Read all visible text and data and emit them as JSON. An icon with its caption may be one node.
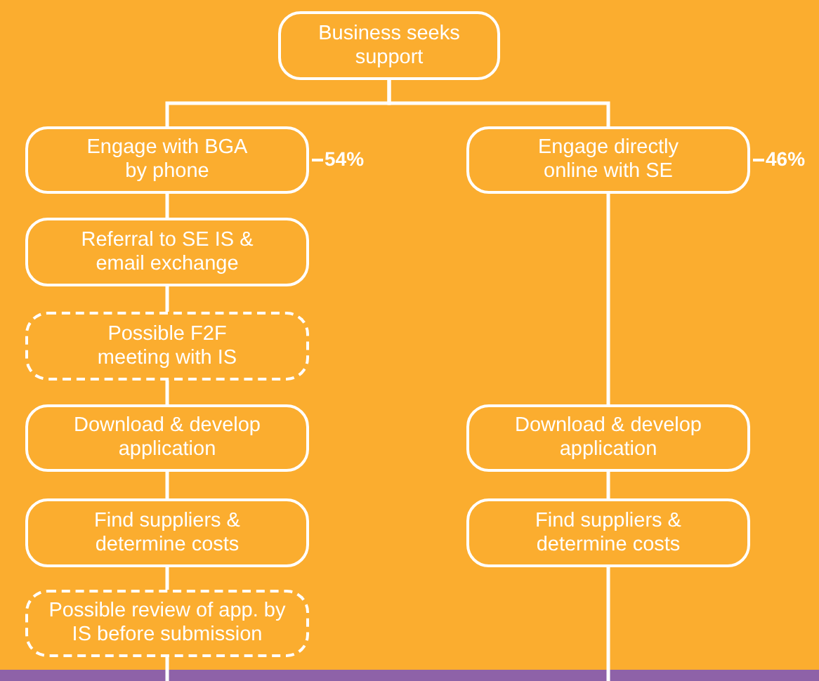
{
  "diagram": {
    "nodes": [
      {
        "text": [
          "Business seeks support"
        ]
      },
      {
        "text": [
          "Engage with BGA by phone"
        ],
        "beside": [
          "54%"
        ]
      },
      {
        "text": [
          "Engage directly online with SE"
        ],
        "beside": [
          "46%"
        ]
      },
      {
        "text": [
          "Referral to SE IS & email exchange"
        ]
      },
      {
        "text": [
          "Possible F2F meeting with IS"
        ]
      },
      {
        "text": [
          "Download & develop application"
        ]
      },
      {
        "text": [
          "Find suppliers & determine costs"
        ]
      },
      {
        "text": [
          "Possible review of app. by IS before submission"
        ]
      },
      {
        "text": [
          "Download & develop application"
        ]
      },
      {
        "text": [
          "Find suppliers & determine costs"
        ]
      }
    ],
    "edges": [
      {
        "from": 0,
        "to": 1,
        "arrow": "none"
      },
      {
        "from": 0,
        "to": 2,
        "arrow": "none"
      },
      {
        "from": 1,
        "to": 3,
        "arrow": "none"
      },
      {
        "from": 3,
        "to": 4,
        "arrow": "none"
      },
      {
        "from": 4,
        "to": 5,
        "arrow": "none"
      },
      {
        "from": 5,
        "to": 6,
        "arrow": "none"
      },
      {
        "from": 6,
        "to": 7,
        "arrow": "none"
      },
      {
        "from": 7,
        "to": null,
        "arrow": "none"
      },
      {
        "from": 2,
        "to": 8,
        "arrow": "none"
      },
      {
        "from": 8,
        "to": 9,
        "arrow": "none"
      },
      {
        "from": 9,
        "to": null,
        "arrow": "none"
      }
    ]
  }
}
